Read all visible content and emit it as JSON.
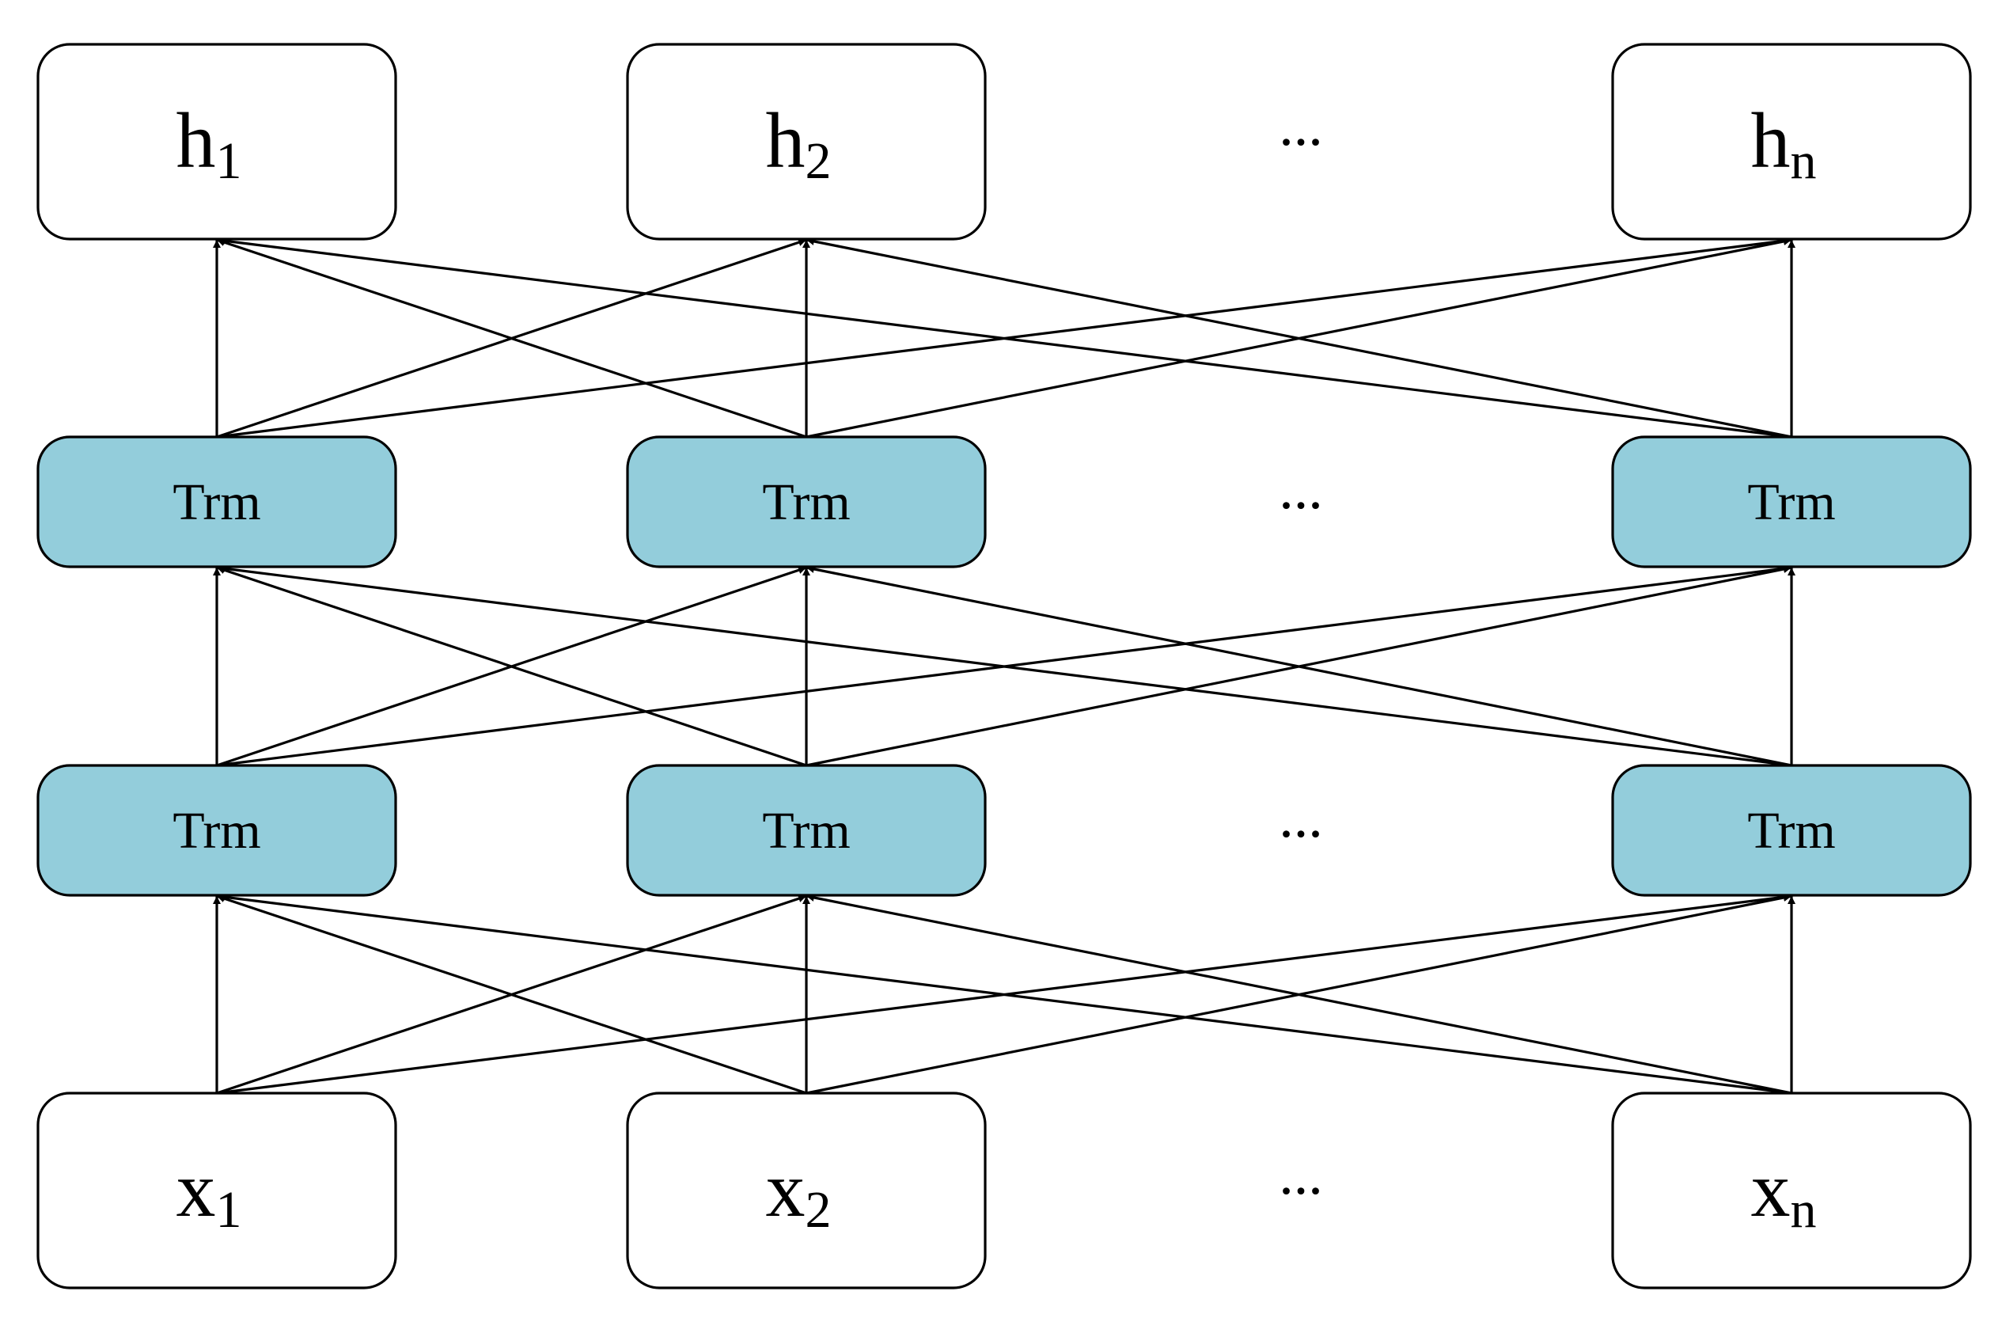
{
  "colors": {
    "io_fill": "#ffffff",
    "trm_fill": "#93cddb",
    "stroke": "#000000"
  },
  "columns": [
    "1",
    "2",
    "n"
  ],
  "rows": [
    {
      "id": "outputs",
      "kind": "io",
      "nodes": [
        {
          "base": "h",
          "sub": "1"
        },
        {
          "base": "h",
          "sub": "2"
        },
        {
          "base": "h",
          "sub": "n"
        }
      ],
      "ellipsis": "..."
    },
    {
      "id": "trm-layer-2",
      "kind": "trm",
      "nodes": [
        {
          "label": "Trm"
        },
        {
          "label": "Trm"
        },
        {
          "label": "Trm"
        }
      ],
      "ellipsis": "..."
    },
    {
      "id": "trm-layer-1",
      "kind": "trm",
      "nodes": [
        {
          "label": "Trm"
        },
        {
          "label": "Trm"
        },
        {
          "label": "Trm"
        }
      ],
      "ellipsis": "..."
    },
    {
      "id": "inputs",
      "kind": "io",
      "nodes": [
        {
          "base": "x",
          "sub": "1"
        },
        {
          "base": "x",
          "sub": "2"
        },
        {
          "base": "x",
          "sub": "n"
        }
      ],
      "ellipsis": "..."
    }
  ],
  "connections": "fully-connected"
}
